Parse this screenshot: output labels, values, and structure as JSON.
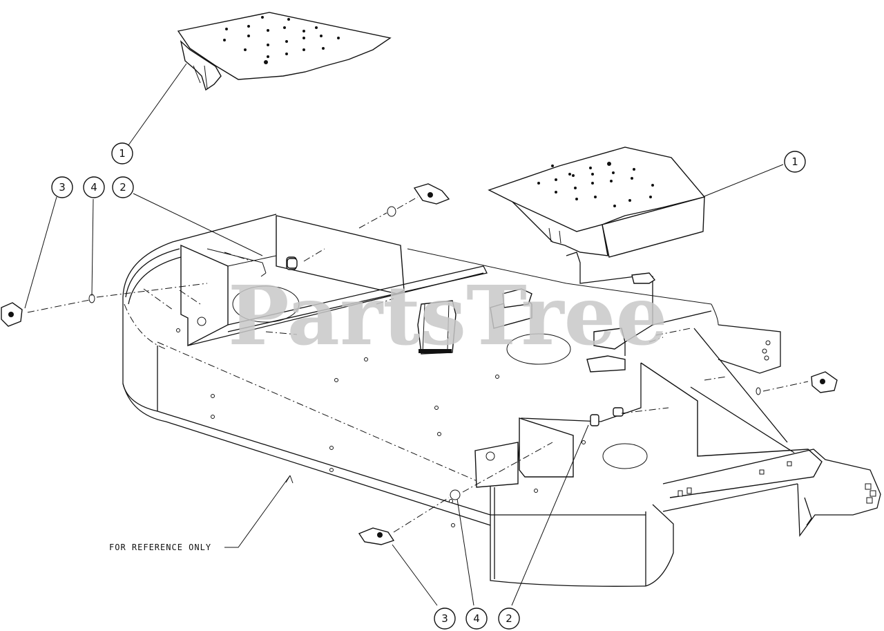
{
  "callouts": {
    "c1_top_left": "1",
    "c1_right": "1",
    "c2_left": "2",
    "c3_left": "3",
    "c4_left": "4",
    "c3_bottom": "3",
    "c4_bottom": "4",
    "c2_bottom": "2"
  },
  "reference_label": "FOR REFERENCE ONLY",
  "watermark": "PartsTree",
  "colors": {
    "line": "#111111",
    "background": "#ffffff",
    "watermark": "#c8c8c8"
  }
}
